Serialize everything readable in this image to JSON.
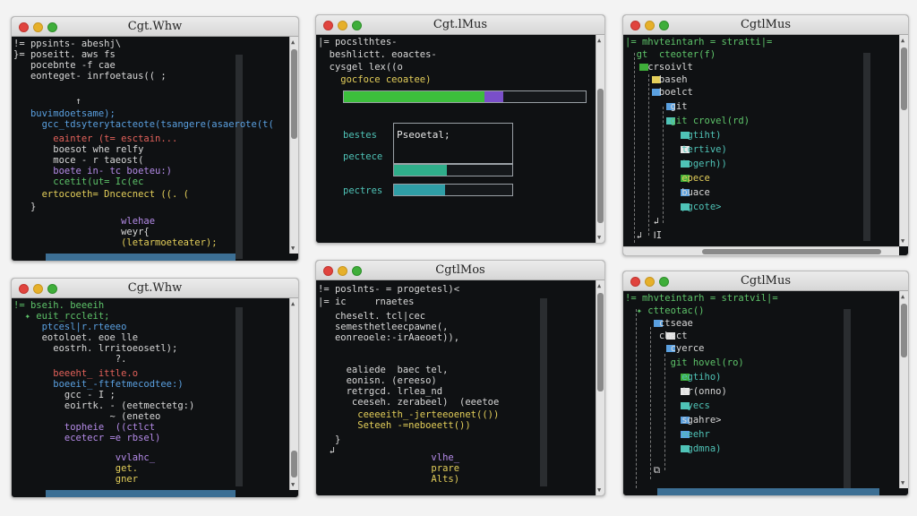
{
  "windows": [
    {
      "title": "Cgt.Whw",
      "lines": [
        {
          "t": "!= ppsints- abeshj\\",
          "c": "c-white"
        },
        {
          "t": "}= poseitt. aws fs",
          "c": "c-white"
        },
        {
          "t": "   pocebnte -f cae",
          "c": "c-white"
        },
        {
          "t": "   eonteget- inrfoetaus(( ;",
          "c": "c-white"
        },
        {
          "t": "           ↑",
          "c": "c-white"
        },
        {
          "t": "   buvimdoetsame);",
          "c": "c-blue"
        },
        {
          "t": "     gcc_tdsyterytacteote(tsangere(asaerote(t(",
          "c": "c-blue"
        },
        {
          "t": "       eainter (t= esctain...",
          "c": "c-red"
        },
        {
          "t": "       boesot whe relfy",
          "c": "c-white"
        },
        {
          "t": "       moce - r taeost(",
          "c": "c-white"
        },
        {
          "t": "       boete in- tc boeteu:)",
          "c": "c-purple"
        },
        {
          "t": "       ccetit(ut= Ic(ec",
          "c": "c-green"
        },
        {
          "t": "     ertocoeth= Dncecnect ((. (",
          "c": "c-yellow"
        },
        {
          "t": "   }",
          "c": "c-white"
        },
        {
          "t": "                   wlehae",
          "c": "c-purple"
        },
        {
          "t": "                   weyr{",
          "c": "c-white"
        },
        {
          "t": "                   (letarmoeteater);",
          "c": "c-yellow"
        }
      ]
    },
    {
      "title": "Cgt.lMus",
      "lines": [
        {
          "t": "|= pocslthtes-",
          "c": "c-white"
        },
        {
          "t": "  beshlictt. eoactes-",
          "c": "c-white"
        },
        {
          "t": "  cysgel lex((o",
          "c": "c-white"
        },
        {
          "t": "    gocfoce ceoatee)",
          "c": "c-yellow"
        }
      ],
      "bars": [
        {
          "label": "bestes",
          "label2": "Pseoetal;",
          "value": 0.58,
          "value2": 0.08,
          "color": "#3cbf3c",
          "color2": "#7a4fc9"
        },
        {
          "label": "pectece",
          "value": 0.45,
          "color": "#2fae8a"
        },
        {
          "label": "pectres",
          "value": 0.43,
          "color": "#2f9ea6"
        }
      ]
    },
    {
      "title": "CgtlMus",
      "lines": [
        {
          "t": "|= mhvteintarh = stratti|=",
          "c": "c-green"
        },
        {
          "t": "  gt  cteoter(f)",
          "c": "c-green"
        },
        {
          "t": "    crsoivlt",
          "c": "c-white"
        },
        {
          "t": "      baseh",
          "c": "c-white"
        },
        {
          "t": "      boelct",
          "c": "c-white"
        },
        {
          "t": "        git",
          "c": "c-white"
        },
        {
          "t": "        git crovel(rd)",
          "c": "c-green"
        },
        {
          "t": "          egtiht)",
          "c": "c-teal"
        },
        {
          "t": "          tertive)",
          "c": "c-teal"
        },
        {
          "t": "          togerh))",
          "c": "c-teal"
        },
        {
          "t": "          epece",
          "c": "c-yellow"
        },
        {
          "t": "          buace",
          "c": "c-white"
        },
        {
          "t": "          pgcote>",
          "c": "c-teal"
        },
        {
          "t": "     ↲",
          "c": "c-white"
        },
        {
          "t": "  ↲  ⅠI",
          "c": "c-white"
        }
      ]
    },
    {
      "title": "Cgt.Whw",
      "lines": [
        {
          "t": "!= bseih. beeeih",
          "c": "c-green"
        },
        {
          "t": "  ✦ euit_rccleit;",
          "c": "c-green"
        },
        {
          "t": "     ptcesl|r.rteeeo",
          "c": "c-blue"
        },
        {
          "t": "     eotoloet. eoe lle",
          "c": "c-white"
        },
        {
          "t": "       eostrh. lrritoeosetl);",
          "c": "c-white"
        },
        {
          "t": "                  ?.",
          "c": "c-white"
        },
        {
          "t": "       beeeht_ ittle.o",
          "c": "c-red"
        },
        {
          "t": "       boeeit_-ftfetmecodtee:)",
          "c": "c-blue"
        },
        {
          "t": "         gcc - I ;",
          "c": "c-white"
        },
        {
          "t": "         eoirtk. - (eetmectetg:)",
          "c": "c-white"
        },
        {
          "t": "                 ~ (eneteo",
          "c": "c-white"
        },
        {
          "t": "         topheie  ((ctlct",
          "c": "c-purple"
        },
        {
          "t": "         ecetecr =e rbsel)",
          "c": "c-purple"
        },
        {
          "t": "",
          "c": "c-white"
        },
        {
          "t": "                  vvlahc_",
          "c": "c-purple"
        },
        {
          "t": "                  get.",
          "c": "c-yellow"
        },
        {
          "t": "                  gner",
          "c": "c-yellow"
        }
      ]
    },
    {
      "title": "CgtlMos",
      "lines": [
        {
          "t": "!= poslnts- = progetesl)<",
          "c": "c-white"
        },
        {
          "t": "|= ic     rnaetes",
          "c": "c-white"
        },
        {
          "t": "   cheselt. tcl|cec",
          "c": "c-white"
        },
        {
          "t": "   semesthetleecpawne(,",
          "c": "c-white"
        },
        {
          "t": "   eonreoele:-irAaeoet)),",
          "c": "c-white"
        },
        {
          "t": "",
          "c": "c-white"
        },
        {
          "t": "     ealiede  baec tel,",
          "c": "c-white"
        },
        {
          "t": "     eonisn. (ereeso)",
          "c": "c-white"
        },
        {
          "t": "     retrgcd. lrlea_nd",
          "c": "c-white"
        },
        {
          "t": "      ceeseh. zerabeel)  (eeetoe",
          "c": "c-white"
        },
        {
          "t": "       ceeeeith_-jerteeoenet(())",
          "c": "c-yellow"
        },
        {
          "t": "       Seteeh -=neboeett())",
          "c": "c-yellow"
        },
        {
          "t": "   }",
          "c": "c-white"
        },
        {
          "t": "  ↲",
          "c": "c-white"
        },
        {
          "t": "                    vlhe_",
          "c": "c-purple"
        },
        {
          "t": "                    prare",
          "c": "c-yellow"
        },
        {
          "t": "                    Alts)",
          "c": "c-yellow"
        }
      ]
    },
    {
      "title": "CgtlMus",
      "lines": [
        {
          "t": "!= mhvteintarh = stratvil|=",
          "c": "c-green"
        },
        {
          "t": "  ✦ ctteotac()",
          "c": "c-green"
        },
        {
          "t": "      ctseae",
          "c": "c-white"
        },
        {
          "t": "      cbact",
          "c": "c-white"
        },
        {
          "t": "        cyerce",
          "c": "c-white"
        },
        {
          "t": "        git hovel(ro)",
          "c": "c-green"
        },
        {
          "t": "          egtiho)",
          "c": "c-teal"
        },
        {
          "t": "          tr(onno)",
          "c": "c-white"
        },
        {
          "t": "          cyecs",
          "c": "c-teal"
        },
        {
          "t": "          sgahre>",
          "c": "c-white"
        },
        {
          "t": "          eeehr",
          "c": "c-teal"
        },
        {
          "t": "          rgdmna)",
          "c": "c-teal"
        },
        {
          "t": "",
          "c": "c-white"
        },
        {
          "t": "     ⧉",
          "c": "c-white"
        }
      ]
    }
  ],
  "colors": {
    "bg": "#0f1113",
    "status": "#3c6f94",
    "accent_green": "#3cbf3c",
    "accent_purple": "#7a4fc9"
  }
}
